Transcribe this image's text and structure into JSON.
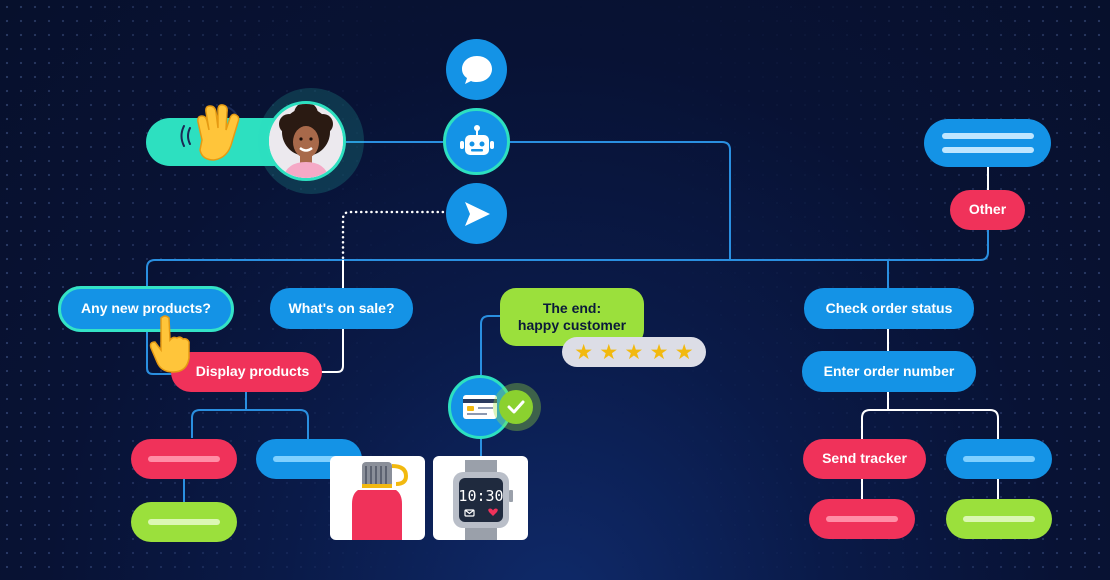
{
  "nodes": {
    "any_new_products": "Any new products?",
    "whats_on_sale": "What's on sale?",
    "display_products": "Display products",
    "the_end": "The end:\nhappy customer",
    "check_order_status": "Check order status",
    "enter_order_number": "Enter order number",
    "send_tracker": "Send tracker",
    "other": "Other"
  },
  "watch": {
    "time": "10:30"
  },
  "rating": {
    "stars": 5
  },
  "colors": {
    "blue": "#1493e6",
    "red": "#f0325a",
    "green": "#9be03c",
    "teal": "#2de0c0",
    "line": "#2a8fe0"
  },
  "icons": [
    "chat-bubble-icon",
    "robot-icon",
    "send-arrow-icon",
    "credit-card-icon",
    "check-icon",
    "waving-hand-icon",
    "pointing-hand-icon",
    "star-icon"
  ]
}
